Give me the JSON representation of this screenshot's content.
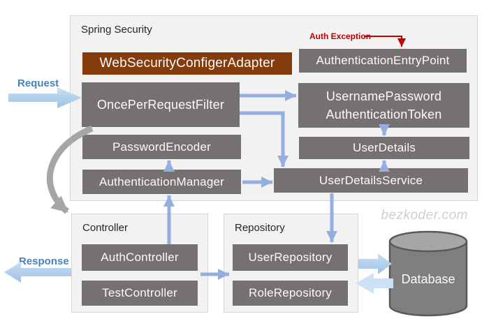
{
  "containers": {
    "spring_security": {
      "title": "Spring Security"
    },
    "controller": {
      "title": "Controller"
    },
    "repository": {
      "title": "Repository"
    }
  },
  "boxes": {
    "web_security_configer_adapter": "WebSecurityConfigerAdapter",
    "authentication_entry_point": "AuthenticationEntryPoint",
    "once_per_request_filter": "OncePerRequestFilter",
    "username_password_token_line1": "UsernamePassword",
    "username_password_token_line2": "AuthenticationToken",
    "password_encoder": "PasswordEncoder",
    "user_details": "UserDetails",
    "authentication_manager": "AuthenticationManager",
    "user_details_service": "UserDetailsService",
    "auth_controller": "AuthController",
    "test_controller": "TestController",
    "user_repository": "UserRepository",
    "role_repository": "RoleRepository",
    "database": "Database"
  },
  "labels": {
    "request": "Request",
    "response": "Response",
    "auth_exception": "Auth Exception"
  },
  "watermark": "bezkoder.com",
  "colors": {
    "adapter_brown": "#843c0c",
    "box_gray": "#767171",
    "connector_blue": "#94afdd",
    "block_arrow_blue": "#9cc2e5",
    "block_arrow_light": "#cce1f3",
    "exception_red": "#c00000",
    "curve_gray": "#a6a6a6",
    "container_bg": "#f2f2f2",
    "database_gray": "#7f7f7f"
  }
}
